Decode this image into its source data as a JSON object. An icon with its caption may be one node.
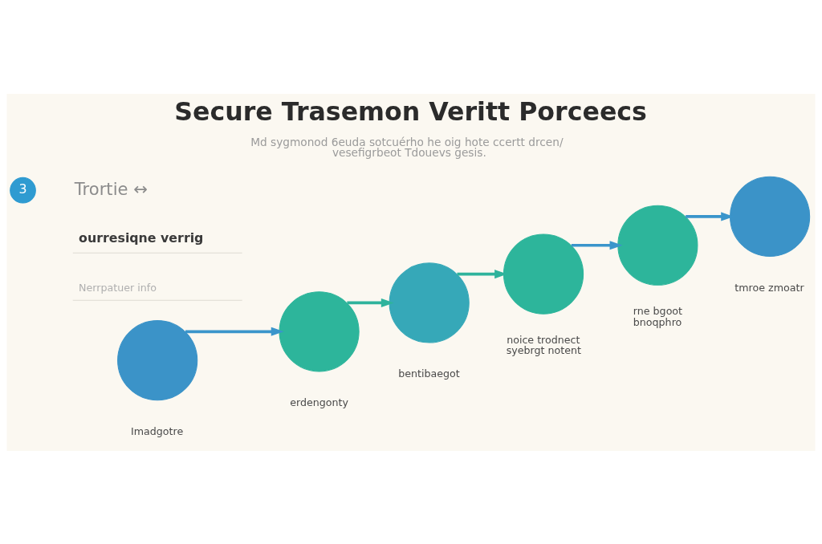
{
  "diagram": {
    "title": "Secure Trasemon Veritt Porceecs",
    "caption": "Md sygmonod 6euda sotcuérho he oig hote ccertt drcen/ vesefigrbeot Tdouevs gesis.",
    "nodes": [
      {
        "text": [
          "3"
        ],
        "beside": [
          "Trortie ↔"
        ]
      },
      {
        "text": [],
        "shape": "circle",
        "beside": [
          "Imadgotre"
        ]
      },
      {
        "text": [],
        "shape": "circle",
        "beside": [
          "erdengonty"
        ]
      },
      {
        "text": [],
        "shape": "circle",
        "beside": [
          "bentibaegot"
        ]
      },
      {
        "text": [],
        "shape": "circle",
        "beside": [
          "noice trodnect syebrgt notent"
        ]
      },
      {
        "text": [],
        "shape": "circle",
        "beside": [
          "rne bgoot bnoqphro"
        ]
      },
      {
        "text": [],
        "shape": "circle",
        "beside": [
          "tmroe zmoatr"
        ]
      }
    ],
    "edges": [
      {
        "from": 1,
        "to": 2,
        "arrow": "to"
      },
      {
        "from": 2,
        "to": 3,
        "arrow": "to",
        "color": "#2fb39c"
      },
      {
        "from": 3,
        "to": 4,
        "arrow": "to",
        "color": "#2fb39c"
      },
      {
        "from": 4,
        "to": 5,
        "arrow": "to"
      },
      {
        "from": 5,
        "to": 6,
        "arrow": "to"
      }
    ],
    "labels": [
      "ourresiqne verrig",
      "Nerrpatuer info"
    ]
  }
}
